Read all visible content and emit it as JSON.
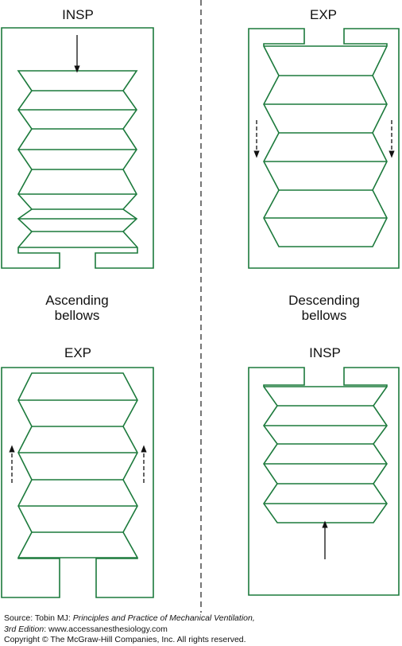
{
  "colors": {
    "outline": "#1c7a3c",
    "arrow": "#111111",
    "divider": "#555555",
    "text": "#111111"
  },
  "panels": {
    "top_left": {
      "label": "INSP"
    },
    "top_right": {
      "label": "EXP"
    },
    "bottom_left": {
      "label": "EXP"
    },
    "bottom_right": {
      "label": "INSP"
    }
  },
  "captions": {
    "ascending": [
      "Ascending",
      "bellows"
    ],
    "descending": [
      "Descending",
      "bellows"
    ]
  },
  "source": {
    "line1_prefix": "Source: Tobin MJ: ",
    "line1_title": "Principles and Practice of Mechanical Ventilation,",
    "line2_edition": "3rd Edition",
    "line2_url": ": www.accessanesthesiology.com",
    "line3": "Copyright © The McGraw-Hill Companies, Inc. All rights reserved."
  }
}
